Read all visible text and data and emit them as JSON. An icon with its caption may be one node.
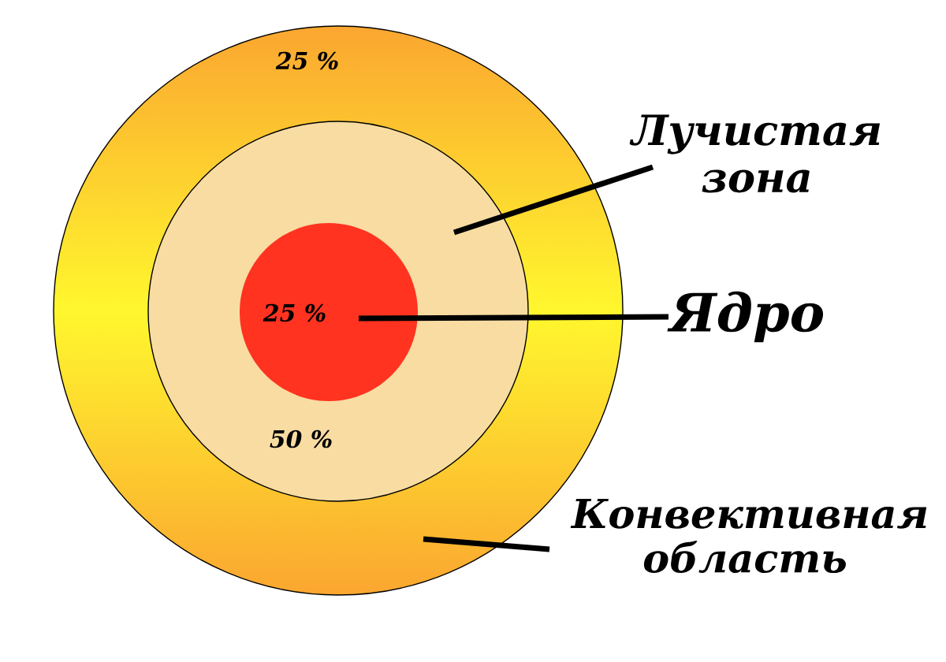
{
  "diagram": {
    "nodes": [
      {
        "text": [
          "25 %"
        ]
      },
      {
        "text": [
          "50 %"
        ],
        "in": 0
      },
      {
        "text": [
          "25 %"
        ],
        "in": 1
      },
      {
        "text": [
          "Лучистая зона"
        ]
      },
      {
        "text": [
          "Ядро"
        ]
      },
      {
        "text": [
          "Конвективная область"
        ]
      }
    ],
    "edges": [
      {
        "from": 3,
        "to": 1,
        "arrow": "none"
      },
      {
        "from": 4,
        "to": 2,
        "arrow": "none"
      },
      {
        "from": 5,
        "to": 0,
        "arrow": "none"
      }
    ]
  }
}
